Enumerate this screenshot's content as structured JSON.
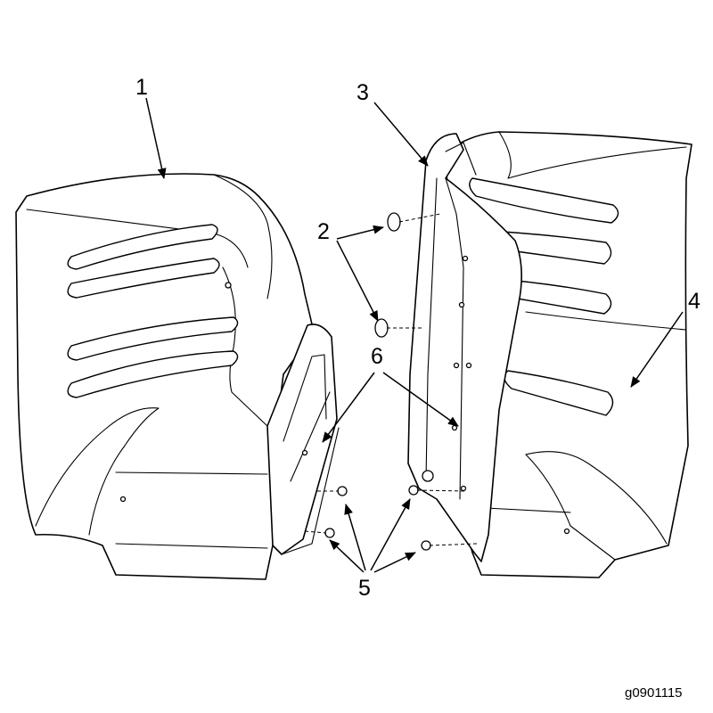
{
  "callouts": {
    "c1": "1",
    "c2": "2",
    "c3": "3",
    "c4": "4",
    "c5": "5",
    "c6": "6"
  },
  "figure_id": "g0901115"
}
